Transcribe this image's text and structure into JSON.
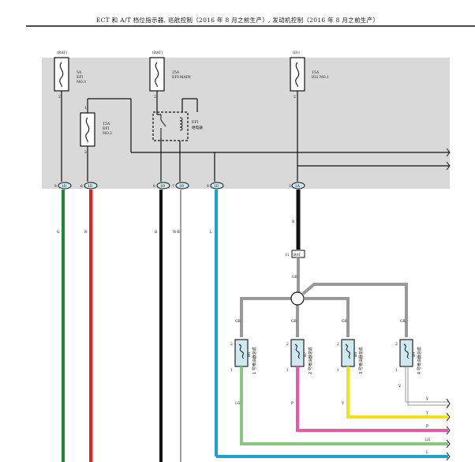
{
  "title": "ECT 和 A/T 档位指示器, 巡航控制（2016 年 8 月之前生产）, 发动机控制（2016 年 8 月之前生产）",
  "sources": {
    "bat1": "(BAT)",
    "bat2": "(BAT)",
    "ig": "(IG)"
  },
  "fuses": {
    "f1": {
      "amp": "5A",
      "name": "EFI",
      "no": "NO.3"
    },
    "f2": {
      "amp": "25A",
      "name": "EFI-MAIN"
    },
    "f3": {
      "amp": "15A",
      "name": "IG2 NO.1"
    },
    "f4": {
      "amp": "15A",
      "name": "EFI",
      "no": "NO.2"
    },
    "relay": {
      "name": "EFI",
      "desc": "继电器"
    }
  },
  "pins": {
    "p2": "2",
    "p1": "1",
    "p2b": "2",
    "p2c": "2",
    "p2d": "2"
  },
  "connectors": {
    "c1": {
      "pin": "8",
      "id": "1D"
    },
    "c2": {
      "pin": "6",
      "id": "1D"
    },
    "c3": {
      "pin": "6",
      "id": "1D"
    },
    "c4": {
      "pin": "7",
      "id": "1D"
    },
    "c5": {
      "pin": "9",
      "id": "1D"
    },
    "c6": {
      "pin": "1",
      "id": "2A"
    },
    "bat": "BAT",
    "bat_pin": "11"
  },
  "wire_colors": {
    "g": "G",
    "r": "R",
    "b1": "B",
    "wb": "W-B",
    "l": "L",
    "b2": "B",
    "gr1": "GR",
    "gr2": "GR",
    "gr3": "GR",
    "gr4": "GR",
    "gr5": "GR",
    "lg": "LG",
    "p": "P",
    "y": "Y",
    "v": "V"
  },
  "injectors": [
    {
      "id": "B6",
      "label": "1 号喷油器总成",
      "pin_top": "2",
      "pin_bot": "1"
    },
    {
      "id": "B7",
      "label": "2 号喷油器总成",
      "pin_top": "2",
      "pin_bot": "1"
    },
    {
      "id": "B8",
      "label": "3 号喷油器总成",
      "pin_top": "2",
      "pin_bot": "1"
    },
    {
      "id": "B9",
      "label": "4 号喷油器总成",
      "pin_top": "2",
      "pin_bot": "1"
    }
  ],
  "right_labels": {
    "v": "V",
    "y": "Y",
    "p": "P",
    "lg": "LG",
    "l": "L"
  },
  "colors": {
    "panel": "#d9d9d9",
    "green": "#1a8a3a",
    "red": "#ee1c1c",
    "black": "#111111",
    "blue": "#1aa3d1",
    "gray": "#999999",
    "lightgreen": "#86c97a",
    "pink": "#e75aa8",
    "yellow": "#f5e11a",
    "connector": "#cfe9f3"
  }
}
